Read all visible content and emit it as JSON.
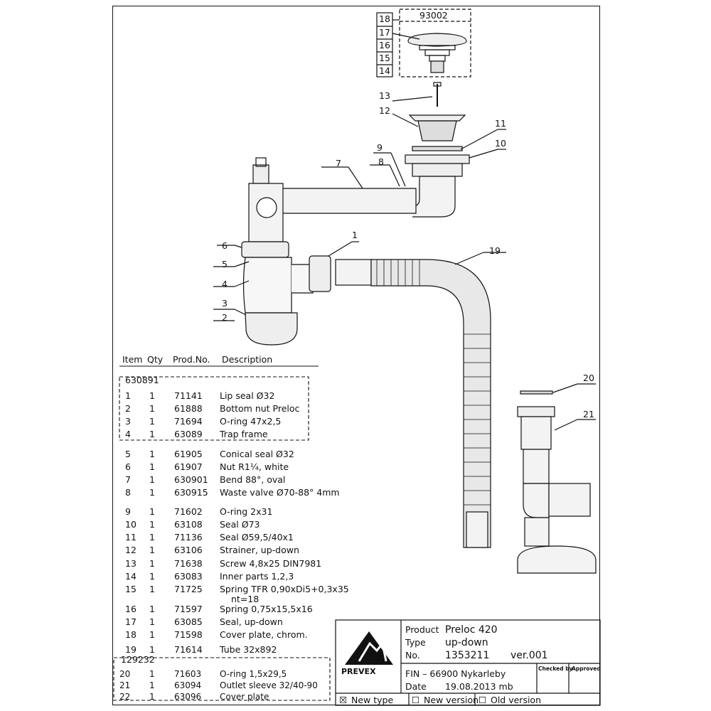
{
  "box_top_label": "93002",
  "group_a_label": "630891",
  "group_b_label": "129232",
  "table": {
    "headers": [
      "Item",
      "Qty",
      "Prod.No.",
      "Description"
    ],
    "rows": [
      {
        "item": "1",
        "qty": "1",
        "prod": "71141",
        "desc": "Lip seal Ø32"
      },
      {
        "item": "2",
        "qty": "1",
        "prod": "61888",
        "desc": "Bottom nut Preloc"
      },
      {
        "item": "3",
        "qty": "1",
        "prod": "71694",
        "desc": "O-ring 47x2,5"
      },
      {
        "item": "4",
        "qty": "1",
        "prod": "63089",
        "desc": "Trap frame"
      },
      {
        "item": "5",
        "qty": "1",
        "prod": "61905",
        "desc": "Conical seal Ø32"
      },
      {
        "item": "6",
        "qty": "1",
        "prod": "61907",
        "desc": "Nut R1¼, white"
      },
      {
        "item": "7",
        "qty": "1",
        "prod": "630901",
        "desc": "Bend 88°, oval"
      },
      {
        "item": "8",
        "qty": "1",
        "prod": "630915",
        "desc": "Waste valve Ø70-88° 4mm"
      },
      {
        "item": "9",
        "qty": "1",
        "prod": "71602",
        "desc": "O-ring 2x31"
      },
      {
        "item": "10",
        "qty": "1",
        "prod": "63108",
        "desc": "Seal Ø73"
      },
      {
        "item": "11",
        "qty": "1",
        "prod": "71136",
        "desc": "Seal Ø59,5/40x1"
      },
      {
        "item": "12",
        "qty": "1",
        "prod": "63106",
        "desc": "Strainer, up-down"
      },
      {
        "item": "13",
        "qty": "1",
        "prod": "71638",
        "desc": "Screw 4,8x25 DIN7981"
      },
      {
        "item": "14",
        "qty": "1",
        "prod": "63083",
        "desc": "Inner parts 1,2,3"
      },
      {
        "item": "15",
        "qty": "1",
        "prod": "71725",
        "desc": "Spring TFR 0,90xDi5+0,3x35",
        "desc2": "nt=18"
      },
      {
        "item": "16",
        "qty": "1",
        "prod": "71597",
        "desc": "Spring 0,75x15,5x16"
      },
      {
        "item": "17",
        "qty": "1",
        "prod": "63085",
        "desc": "Seal, up-down"
      },
      {
        "item": "18",
        "qty": "1",
        "prod": "71598",
        "desc": "Cover plate, chrom."
      },
      {
        "item": "19",
        "qty": "1",
        "prod": "71614",
        "desc": "Tube 32x892"
      },
      {
        "item": "20",
        "qty": "1",
        "prod": "71603",
        "desc": "O-ring 1,5x29,5"
      },
      {
        "item": "21",
        "qty": "1",
        "prod": "63094",
        "desc": "Outlet sleeve 32/40-90"
      },
      {
        "item": "22",
        "qty": "1",
        "prod": "63096",
        "desc": "Cover plate"
      }
    ]
  },
  "title_block": {
    "product_label": "Product",
    "product_value": "Preloc 420",
    "type_label": "Type",
    "type_value": "up-down",
    "no_label": "No.",
    "no_value": "1353211",
    "version": "ver.001",
    "fin": "FIN – 66900 Nykarleby",
    "date_label": "Date",
    "date_value": "19.08.2013 mb",
    "checked_by": "Checked by",
    "approved": "Approved",
    "logo_text": "PREVEX",
    "new_type": "New type",
    "new_version": "New version",
    "old_version": "Old version",
    "new_type_checked": "☒",
    "new_version_box": "☐",
    "old_version_box": "☐"
  },
  "callouts": [
    "1",
    "2",
    "3",
    "4",
    "5",
    "6",
    "7",
    "8",
    "9",
    "10",
    "11",
    "12",
    "13",
    "14",
    "15",
    "16",
    "17",
    "18",
    "19",
    "20",
    "21"
  ]
}
